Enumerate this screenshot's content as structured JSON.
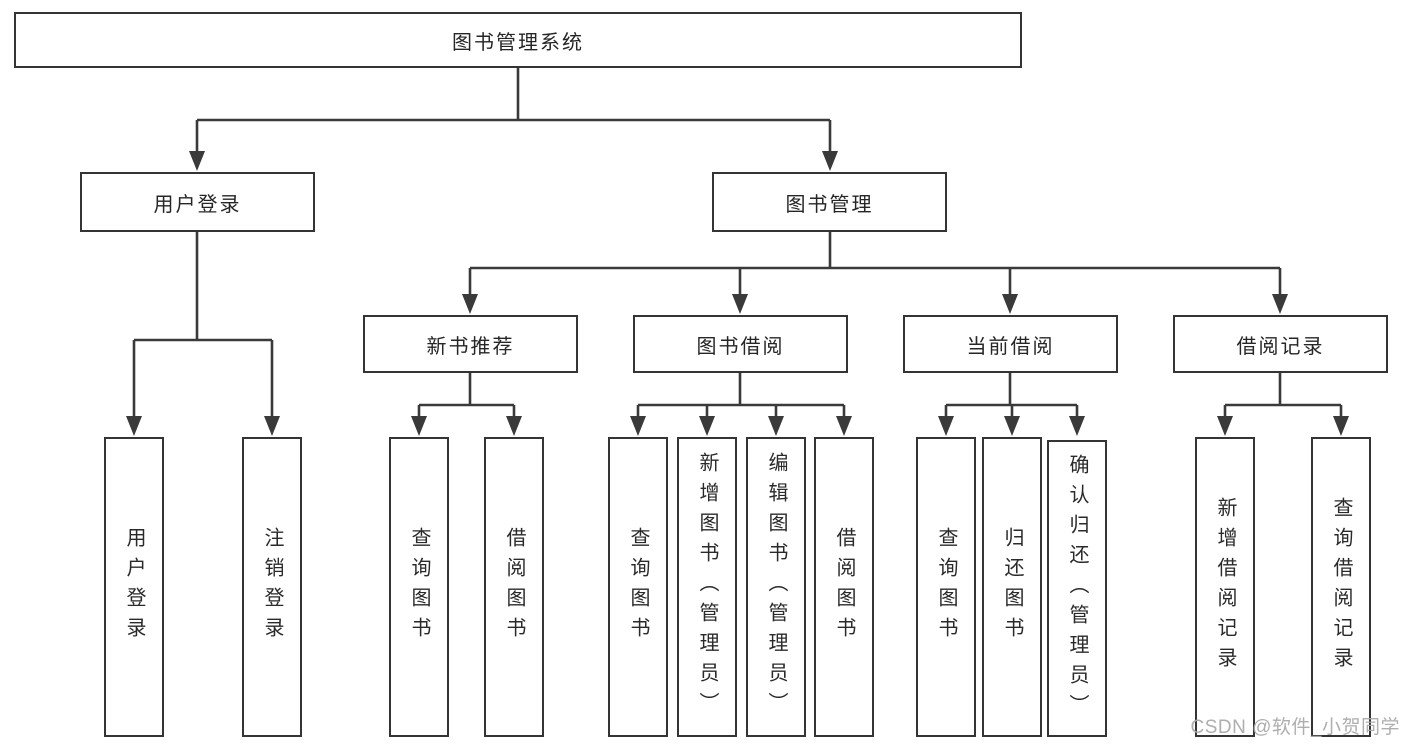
{
  "diagram": {
    "root": "图书管理系统",
    "user_login_branch": {
      "label": "用户登录",
      "children": [
        "用户登录",
        "注销登录"
      ]
    },
    "book_mgmt_branch": {
      "label": "图书管理",
      "sections": [
        {
          "label": "新书推荐",
          "children": [
            "查询图书",
            "借阅图书"
          ]
        },
        {
          "label": "图书借阅",
          "children": [
            "查询图书",
            "新增图书（管理员）",
            "编辑图书（管理员）",
            "借阅图书"
          ]
        },
        {
          "label": "当前借阅",
          "children": [
            "查询图书",
            "归还图书",
            "确认归还（管理员）"
          ]
        },
        {
          "label": "借阅记录",
          "children": [
            "新增借阅记录",
            "查询借阅记录"
          ]
        }
      ]
    },
    "watermark": "CSDN @软件_小贺同学",
    "colors": {
      "line": "#3a3a3a",
      "text": "#262626",
      "watermark": "#aaaaaa",
      "background": "#ffffff"
    }
  }
}
